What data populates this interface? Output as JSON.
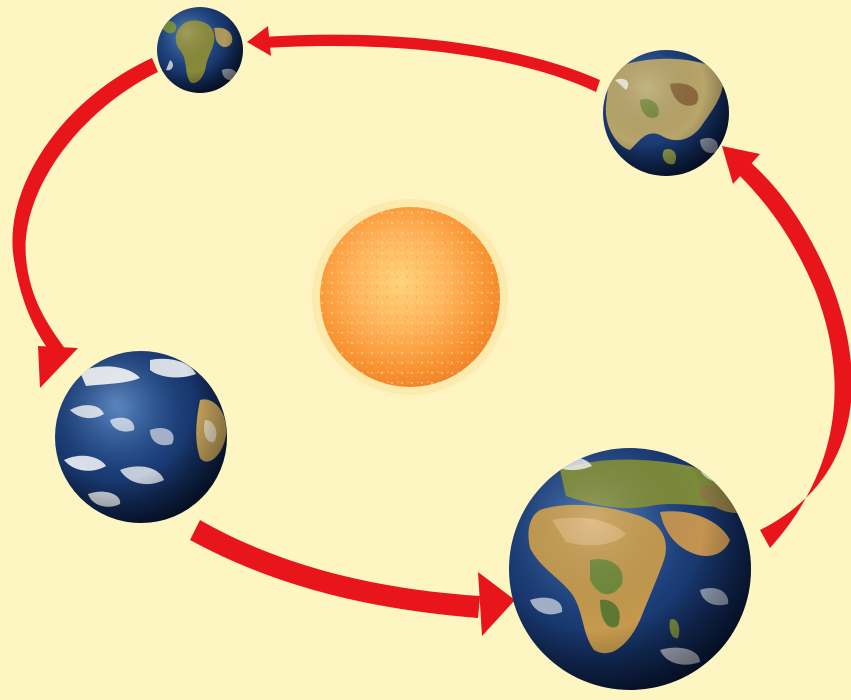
{
  "diagram": {
    "background_color": "#fdf6c3",
    "arrow_color": "#e8151b",
    "sun": {
      "name": "sun",
      "colors": [
        "#ffe07a",
        "#ffb347",
        "#f58a2a"
      ]
    },
    "earths": [
      {
        "name": "earth-top-left",
        "view": "africa"
      },
      {
        "name": "earth-top-right",
        "view": "asia"
      },
      {
        "name": "earth-left",
        "view": "pacific"
      },
      {
        "name": "earth-bottom-right",
        "view": "africa-europe"
      }
    ]
  }
}
